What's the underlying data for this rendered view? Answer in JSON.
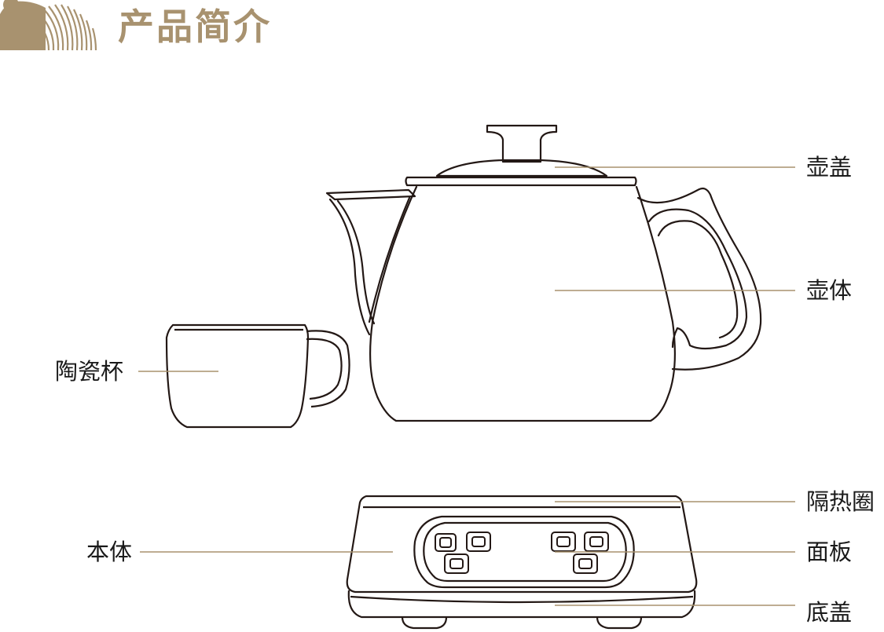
{
  "header": {
    "title": "产品简介",
    "accent_color": "#a8926f",
    "logo_icon": "brand-arc-logo-icon"
  },
  "diagram": {
    "leader_color": "#a8926f",
    "line_color": "#231815",
    "labels": {
      "lid": "壶盖",
      "pot_body": "壶体",
      "ceramic_cup": "陶瓷杯",
      "heat_ring": "隔热圈",
      "panel": "面板",
      "base_body": "本体",
      "bottom_cover": "底盖"
    }
  }
}
